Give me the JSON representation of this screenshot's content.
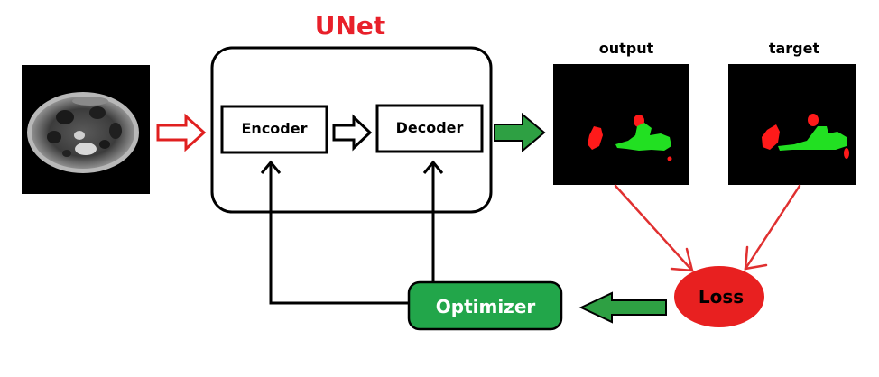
{
  "diagram": {
    "title": "UNet",
    "encoder_label": "Encoder",
    "decoder_label": "Decoder",
    "output_label": "output",
    "target_label": "target",
    "loss_label": "Loss",
    "optimizer_label": "Optimizer"
  },
  "colors": {
    "title": "#e8202a",
    "input_arrow": "#e02020",
    "output_arrow": "#2ea043",
    "optimizer_fill": "#22a64a",
    "loss_fill": "#e82020",
    "mask_red": "#ff1a1a",
    "mask_green": "#22e022",
    "loss_arrow": "#e03030",
    "scan_background": "#000000"
  }
}
